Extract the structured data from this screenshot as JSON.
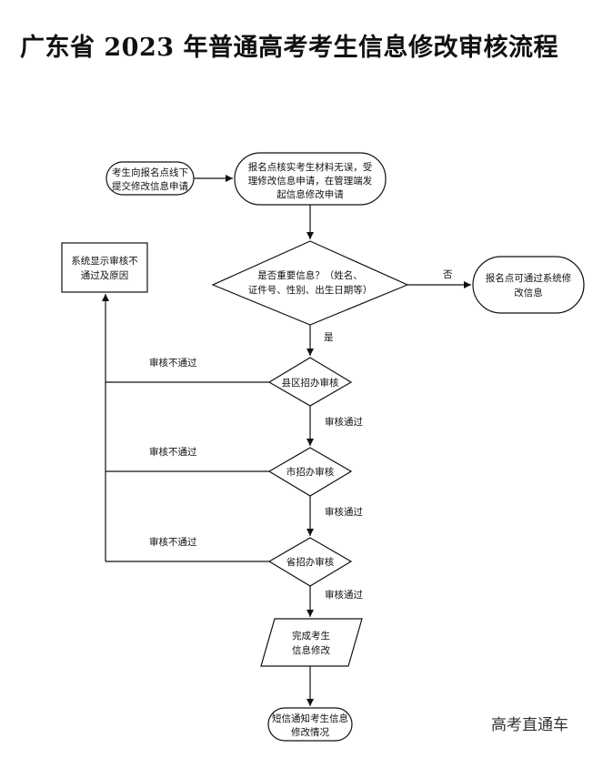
{
  "title": "广东省 2023 年普通高考考生信息修改审核流程",
  "watermark": "高考直通车",
  "nodes": {
    "start": [
      "考生向报名点线下",
      "提交修改信息申请"
    ],
    "verify": [
      "报名点核实考生材料无误，受",
      "理修改信息申请，在管理端发",
      "起信息修改申请"
    ],
    "decision": [
      "是否重要信息？（姓名、",
      "证件号、性别、出生日期等）"
    ],
    "site_modify": [
      "报名点可通过系统修",
      "改信息"
    ],
    "reject_display": [
      "系统显示审核不",
      "通过及原因"
    ],
    "county": "县区招办审核",
    "city": "市招办审核",
    "province": "省招办审核",
    "complete": [
      "完成考生",
      "信息修改"
    ],
    "sms": [
      "短信通知考生信息",
      "修改情况"
    ]
  },
  "edges": {
    "no": "否",
    "yes": "是",
    "fail": "审核不通过",
    "pass": "审核通过"
  }
}
